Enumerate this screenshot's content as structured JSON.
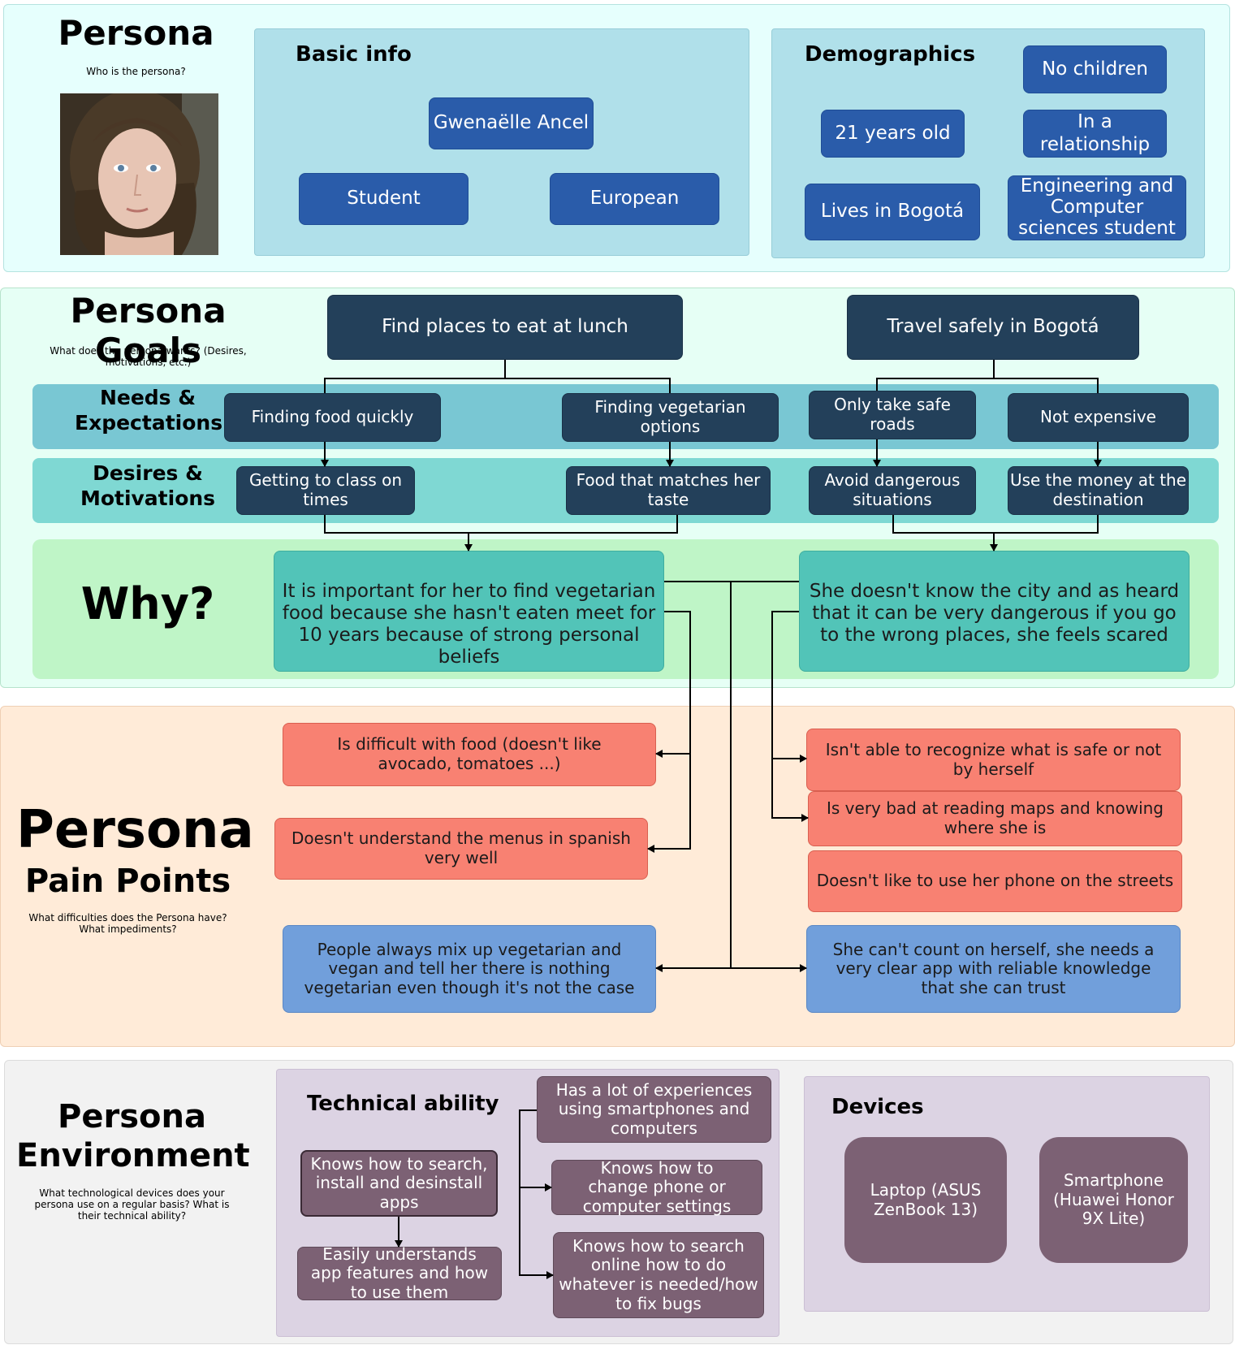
{
  "persona": {
    "title": "Persona",
    "subtitle": "Who is the persona?",
    "basic_info": {
      "heading": "Basic info",
      "items": [
        "Gwenaëlle Ancel",
        "Student",
        "European"
      ]
    },
    "demographics": {
      "heading": "Demographics",
      "items": [
        "No children",
        "21 years old",
        "In a relationship",
        "Lives in Bogotá",
        "Engineering and Computer sciences student"
      ]
    }
  },
  "goals": {
    "title": "Persona Goals",
    "subtitle": "What does the persona wants? (Desires,  motivations, etc.)",
    "goal_1": "Find places to eat at lunch",
    "goal_2": "Travel safely in Bogotá",
    "needs_label": "Needs & Expectations",
    "needs": [
      "Finding food quickly",
      "Finding vegetarian options",
      "Only take safe roads",
      "Not expensive"
    ],
    "desires_label": "Desires & Motivations",
    "desires": [
      "Getting to class on times",
      "Food that matches her taste",
      "Avoid dangerous situations",
      "Use the money at the destination"
    ],
    "why_label": "Why?",
    "why": [
      "It is important for her to find vegetarian food because she hasn't eaten meet for 10 years because of strong personal beliefs",
      "She doesn't know the city and as heard that it can be very dangerous if you go to the wrong places, she feels scared"
    ]
  },
  "pain_points": {
    "title": "Persona",
    "title2": "Pain Points",
    "subtitle": "What difficulties does the Persona have? What impediments?",
    "left": [
      "Is difficult with food (doesn't like avocado, tomatoes ...)",
      "Doesn't understand the menus in spanish very well"
    ],
    "right": [
      "Isn't able to recognize what is safe or not by herself",
      "Is very bad at reading maps and knowing where she is",
      "Doesn't like to use her phone on the streets"
    ],
    "shared_left": "People always mix up vegetarian and vegan and tell her there is nothing vegetarian even though it's not the case",
    "shared_right": "She can't count on herself, she needs a very clear app with reliable knowledge that she can trust"
  },
  "environment": {
    "title": "Persona",
    "title2": "Environment",
    "subtitle": "What technological devices does your persona use on a regular basis? What is their technical ability?",
    "technical": {
      "heading": "Technical ability",
      "items": [
        "Knows how to search, install and desinstall apps",
        "Easily understands app features and how to use them",
        "Has a lot of experiences using smartphones and computers",
        "Knows how to change phone or computer settings",
        "Knows how to search online how to do whatever is needed/how to fix bugs"
      ]
    },
    "devices": {
      "heading": "Devices",
      "items": [
        "Laptop (ASUS ZenBook 13)",
        "Smartphone (Huawei Honor 9X Lite)"
      ]
    }
  },
  "colors": {
    "persona_bg": "#e6fffd",
    "goals_bg": "#e6fff5",
    "pain_bg": "#ffebd8",
    "env_bg": "#f2f2f2",
    "accent_blue": "#2a5caa",
    "navy": "#23405a"
  }
}
